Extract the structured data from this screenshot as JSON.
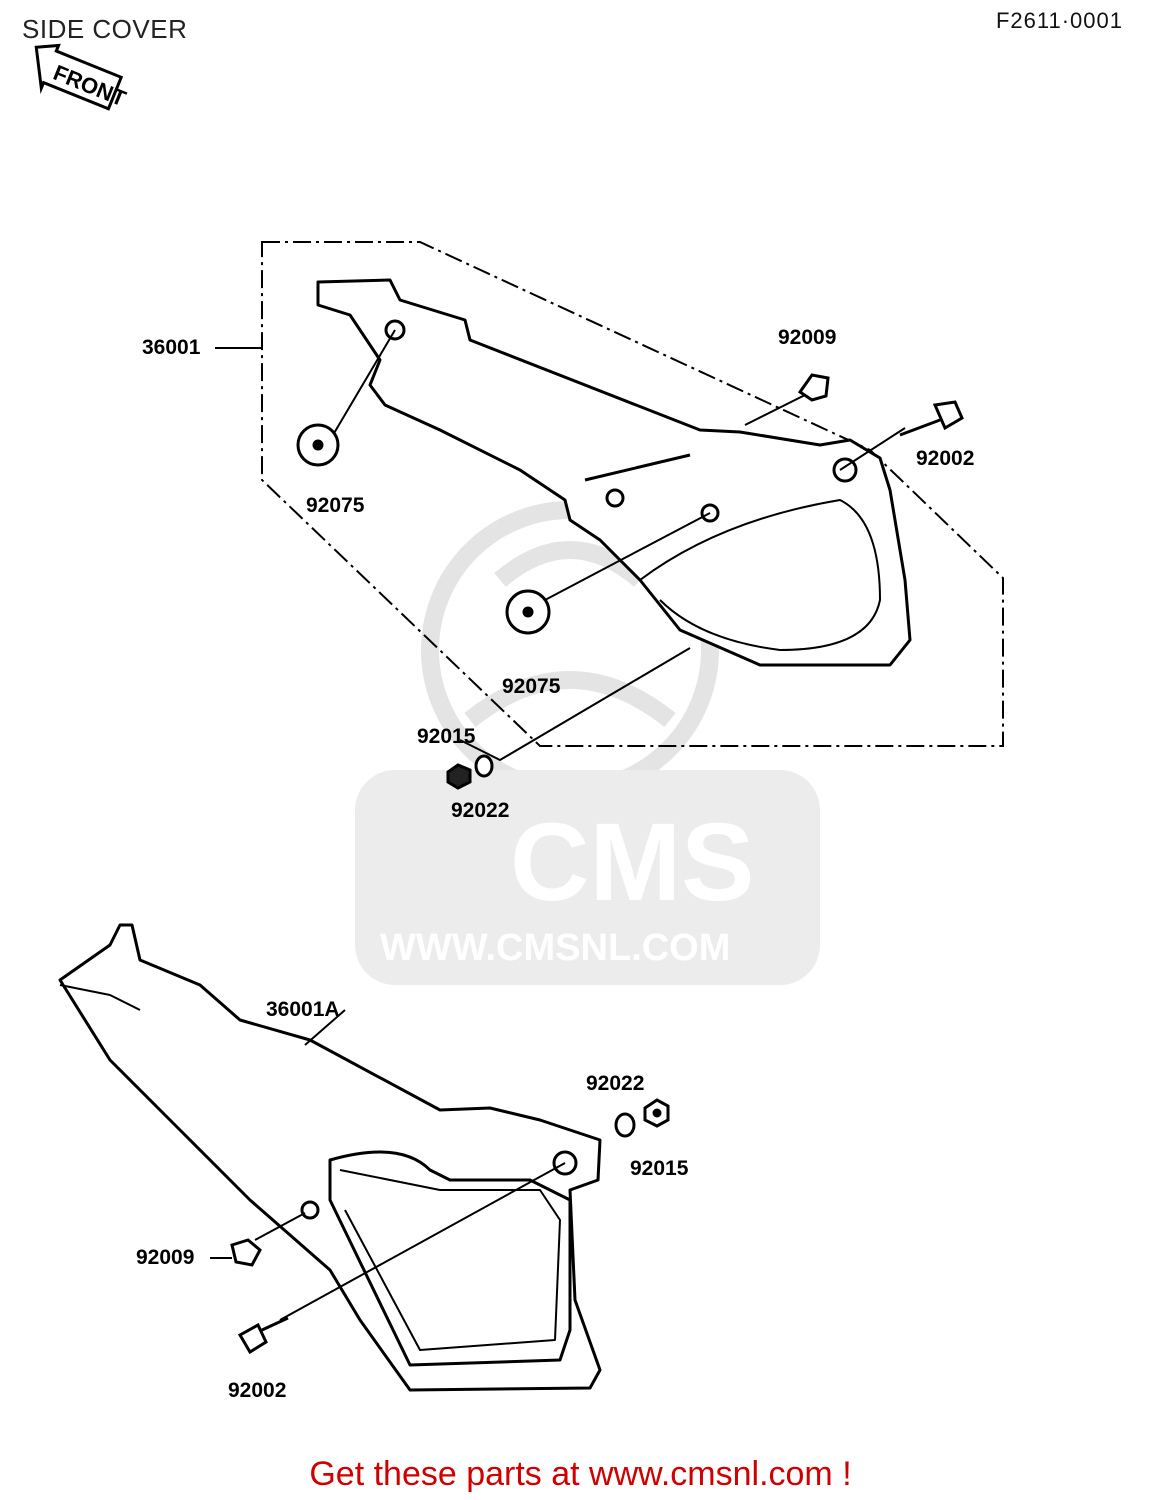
{
  "header": {
    "title": "SIDE COVER",
    "figure_code": "F2611·0001",
    "front_arrow": "FRONT"
  },
  "parts": {
    "upper": {
      "cover": "36001",
      "grommet_left": "92075",
      "grommet_center": "92075",
      "collar": "92009",
      "bolt": "92002",
      "nut": "92015",
      "washer": "92022"
    },
    "lower": {
      "cover": "36001A",
      "washer": "92022",
      "nut": "92015",
      "collar": "92009",
      "bolt": "92002"
    }
  },
  "watermark": {
    "brand": "CMS",
    "url": "WWW.CMSNL.COM"
  },
  "footer": {
    "cta": "Get these parts at www.cmsnl.com !",
    "color": "#d10000"
  }
}
